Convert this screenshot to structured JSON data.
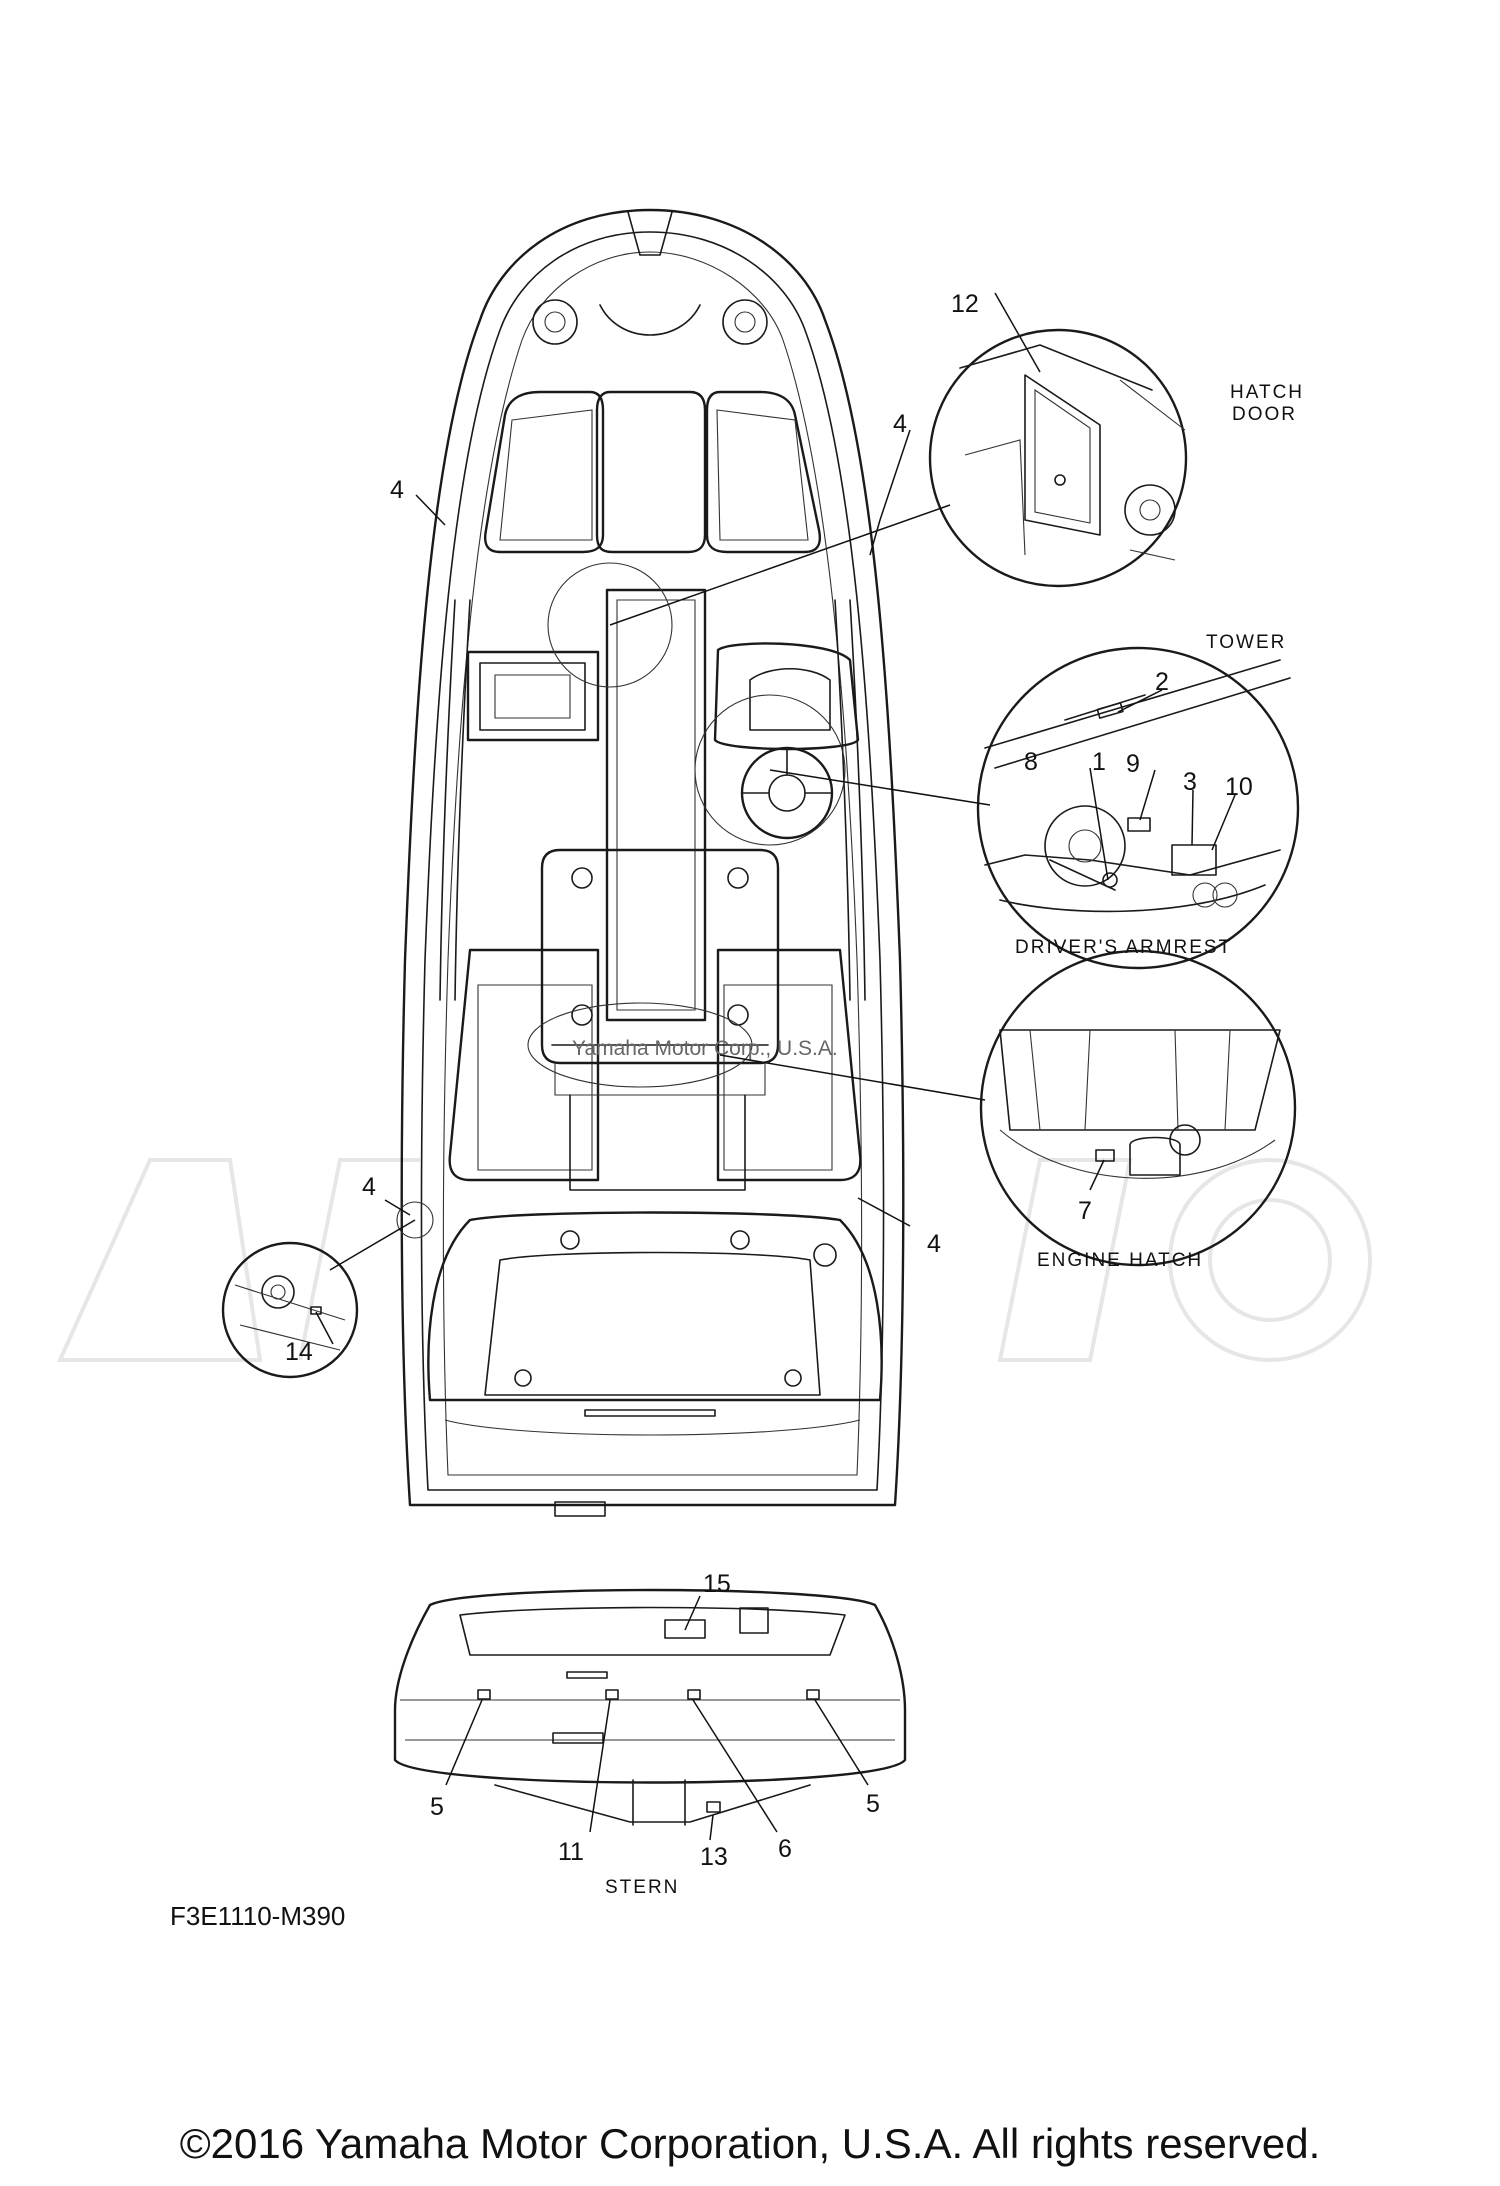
{
  "callouts": {
    "c1": "1",
    "c2": "2",
    "c3": "3",
    "c4a": "4",
    "c4b": "4",
    "c4c": "4",
    "c4d": "4",
    "c5a": "5",
    "c5b": "5",
    "c6": "6",
    "c7": "7",
    "c8": "8",
    "c9": "9",
    "c10": "10",
    "c11": "11",
    "c12": "12",
    "c13": "13",
    "c14": "14",
    "c15": "15"
  },
  "detail_labels": {
    "hatch_door_1": "HATCH",
    "hatch_door_2": "DOOR",
    "tower": "TOWER",
    "drivers_armrest": "DRIVER'S ARMREST",
    "engine_hatch": "ENGINE HATCH",
    "stern": "STERN"
  },
  "drawing_code": "F3E1110-M390",
  "watermark": "Yamaha Motor Corp., U.S.A.",
  "copyright": "©2016 Yamaha Motor Corporation, U.S.A. All rights reserved."
}
